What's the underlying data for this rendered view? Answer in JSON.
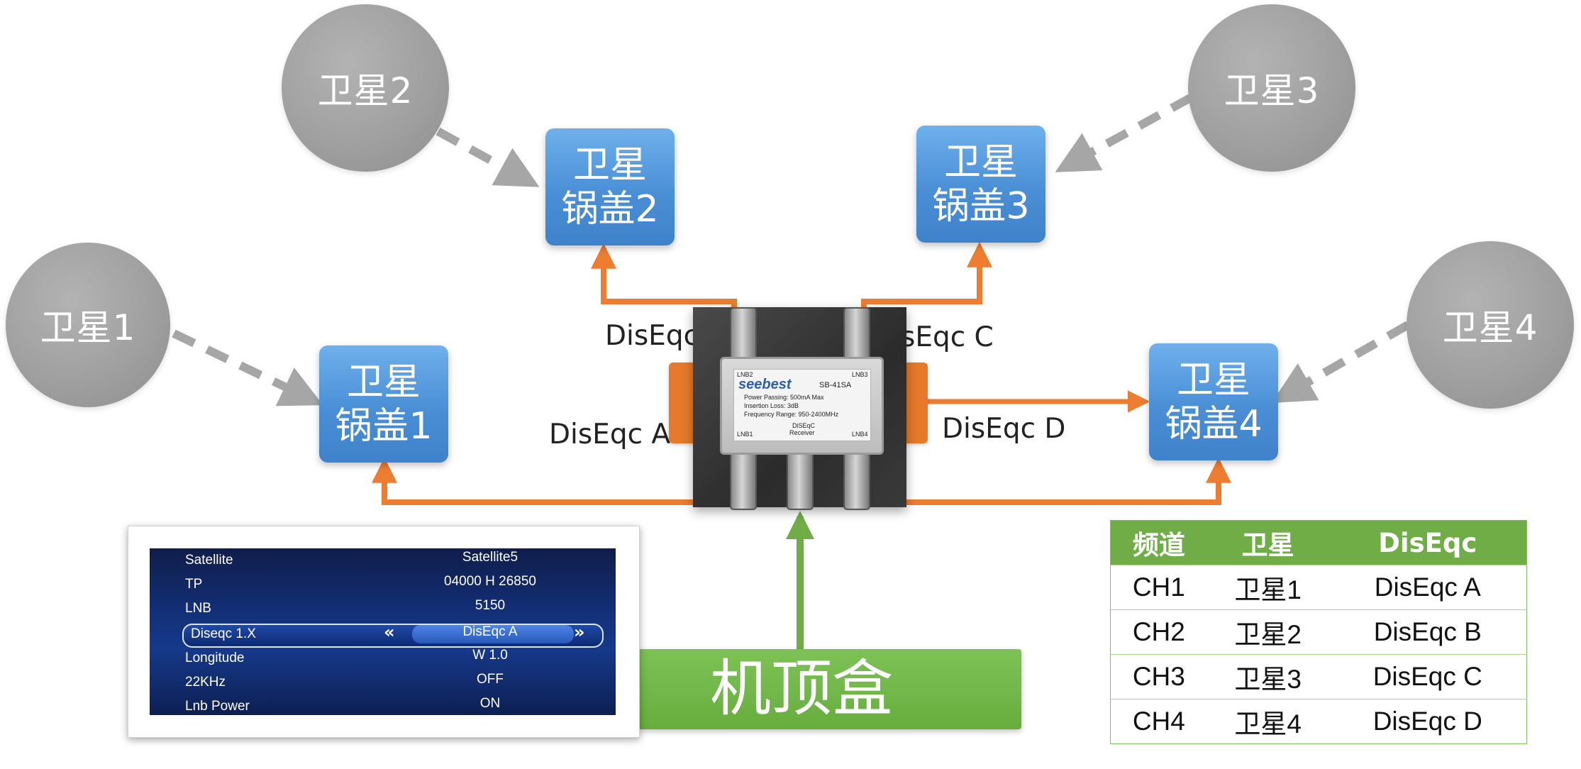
{
  "satellites": [
    {
      "id": "sat1",
      "label": "卫星1"
    },
    {
      "id": "sat2",
      "label": "卫星2"
    },
    {
      "id": "sat3",
      "label": "卫星3"
    },
    {
      "id": "sat4",
      "label": "卫星4"
    }
  ],
  "dishes": [
    {
      "id": "dish1",
      "line1": "卫星",
      "line2": "锅盖1"
    },
    {
      "id": "dish2",
      "line1": "卫星",
      "line2": "锅盖2"
    },
    {
      "id": "dish3",
      "line1": "卫星",
      "line2": "锅盖3"
    },
    {
      "id": "dish4",
      "line1": "卫星",
      "line2": "锅盖4"
    }
  ],
  "ports": {
    "a": "DisEqc A",
    "b": "DisEqc",
    "c": "sEqc C",
    "d": "DisEqc D"
  },
  "device": {
    "brand": "seebest",
    "model": "SB-41SA",
    "spec1": "Power Passing: 500mA Max",
    "spec2": "Insertion Loss: 3dB",
    "spec3": "Frequency Range: 950-2400MHz",
    "lnb1": "LNB1",
    "lnb2": "LNB2",
    "lnb3": "LNB3",
    "lnb4": "LNB4",
    "receiver_1": "DiSEqC",
    "receiver_2": "Receiver"
  },
  "setup_screen": {
    "rows": [
      {
        "label": "Satellite",
        "value": "Satellite5"
      },
      {
        "label": "TP",
        "value": "04000 H 26850"
      },
      {
        "label": "LNB",
        "value": "5150"
      },
      {
        "label": "Diseqc 1.X",
        "value": "DisEqc A"
      },
      {
        "label": "Longitude",
        "value": "W 1.0"
      },
      {
        "label": "22KHz",
        "value": "OFF"
      },
      {
        "label": "Lnb Power",
        "value": "ON"
      }
    ],
    "prev_glyph": "«",
    "next_glyph": "»"
  },
  "set_top_box": {
    "label": "机顶盒"
  },
  "channel_table": {
    "headers": [
      "频道",
      "卫星",
      "DisEqc"
    ],
    "rows": [
      [
        "CH1",
        "卫星1",
        "DisEqc A"
      ],
      [
        "CH2",
        "卫星2",
        "DisEqc B"
      ],
      [
        "CH3",
        "卫星3",
        "DisEqc C"
      ],
      [
        "CH4",
        "卫星4",
        "DisEqc D"
      ]
    ]
  },
  "colors": {
    "satellite": "#a6a6a6",
    "dish": "#4a8fd6",
    "orange_link": "#ed7d31",
    "green_link": "#70ad47",
    "dashed_link": "#a6a6a6"
  }
}
